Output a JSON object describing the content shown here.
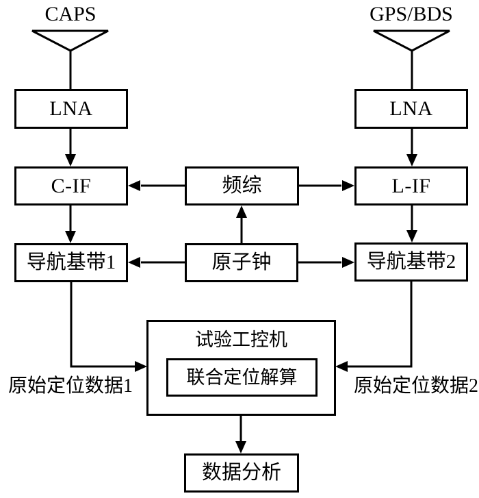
{
  "diagram": {
    "type": "block-diagram",
    "colors": {
      "line": "#000000",
      "background": "#ffffff",
      "box_fill": "#ffffff"
    },
    "antennas": [
      {
        "id": "caps_antenna",
        "label": "CAPS"
      },
      {
        "id": "gps_bds_antenna",
        "label": "GPS/BDS"
      }
    ],
    "nodes": {
      "lna_left": {
        "label": "LNA"
      },
      "lna_right": {
        "label": "LNA"
      },
      "c_if": {
        "label": "C-IF"
      },
      "freq_synth": {
        "label": "频综"
      },
      "l_if": {
        "label": "L-IF"
      },
      "baseband1": {
        "label": "导航基带1"
      },
      "atomic_clock": {
        "label": "原子钟"
      },
      "baseband2": {
        "label": "导航基带2"
      },
      "industrial_pc": {
        "label": "试验工控机"
      },
      "joint_solver": {
        "label": "联合定位解算"
      },
      "data_analysis": {
        "label": "数据分析"
      }
    },
    "edge_labels": {
      "raw_data1": "原始定位数据1",
      "raw_data2": "原始定位数据2"
    },
    "edges": [
      {
        "from": "caps_antenna",
        "to": "lna_left"
      },
      {
        "from": "lna_left",
        "to": "c_if"
      },
      {
        "from": "c_if",
        "to": "baseband1"
      },
      {
        "from": "freq_synth",
        "to": "c_if"
      },
      {
        "from": "freq_synth",
        "to": "l_if"
      },
      {
        "from": "atomic_clock",
        "to": "freq_synth"
      },
      {
        "from": "atomic_clock",
        "to": "baseband1"
      },
      {
        "from": "atomic_clock",
        "to": "baseband2"
      },
      {
        "from": "gps_bds_antenna",
        "to": "lna_right"
      },
      {
        "from": "lna_right",
        "to": "l_if"
      },
      {
        "from": "l_if",
        "to": "baseband2"
      },
      {
        "from": "baseband1",
        "to": "industrial_pc",
        "label": "原始定位数据1"
      },
      {
        "from": "baseband2",
        "to": "industrial_pc",
        "label": "原始定位数据2"
      },
      {
        "from": "industrial_pc",
        "to": "data_analysis"
      }
    ]
  }
}
